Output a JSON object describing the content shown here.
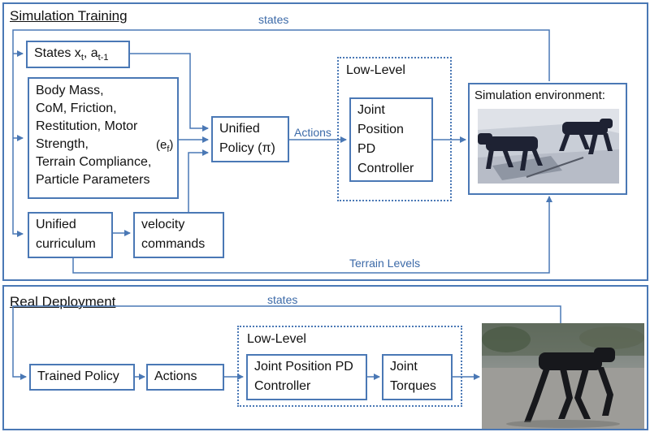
{
  "simulation": {
    "title": "Simulation Training",
    "states_label": "states",
    "terrain_label": "Terrain Levels",
    "actions_label": "Actions",
    "states_box": {
      "text": "States x",
      "sub_t": "t",
      "mid": ", a",
      "sub_t1": "t-1"
    },
    "params_box": {
      "lines": [
        "Body Mass,",
        "CoM, Friction,",
        "Restitution, Motor",
        "Strength,",
        "Terrain Compliance,",
        "Particle Parameters"
      ],
      "ef_main": "(e",
      "ef_sub": "f",
      "ef_close": ")"
    },
    "curriculum_box": {
      "lines": [
        "Unified",
        "curriculum"
      ]
    },
    "velocity_box": {
      "lines": [
        "velocity",
        "commands"
      ]
    },
    "policy_box": {
      "lines": [
        "Unified",
        "Policy (π)"
      ]
    },
    "low_level_label": "Low-Level",
    "pd_box": {
      "lines": [
        "Joint",
        "Position",
        "PD",
        "Controller"
      ]
    },
    "env_box": {
      "title": "Simulation environment:"
    }
  },
  "deployment": {
    "title": "Real Deployment",
    "states_label": "states",
    "trained_box": "Trained Policy",
    "actions_box": "Actions",
    "low_level_label": "Low-Level",
    "pd_box": {
      "lines": [
        "Joint Position PD",
        "Controller"
      ]
    },
    "torques_box": {
      "lines": [
        "Joint",
        "Torques"
      ]
    }
  },
  "colors": {
    "accent": "#4a78b5",
    "arrow": "#4a78b5"
  }
}
